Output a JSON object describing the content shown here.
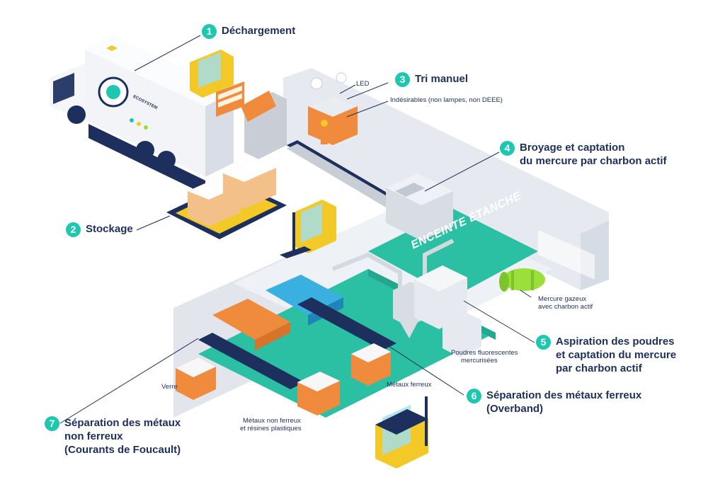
{
  "steps": [
    {
      "n": "1",
      "lines": [
        "Déchargement"
      ]
    },
    {
      "n": "2",
      "lines": [
        "Stockage"
      ]
    },
    {
      "n": "3",
      "lines": [
        "Tri manuel"
      ]
    },
    {
      "n": "4",
      "lines": [
        "Broyage et captation",
        "du mercure par charbon actif"
      ]
    },
    {
      "n": "5",
      "lines": [
        "Aspiration des poudres",
        "et captation du mercure",
        "par charbon actif"
      ]
    },
    {
      "n": "6",
      "lines": [
        "Séparation des métaux ferreux",
        "(Overband)"
      ]
    },
    {
      "n": "7",
      "lines": [
        "Séparation des métaux",
        "non ferreux",
        "(Courants de Foucault)"
      ]
    }
  ],
  "tags": {
    "led": "LED",
    "indesirables": "Indésirables (non lampes, non DEEE)",
    "mercure_gazeux_1": "Mercure gazeux",
    "mercure_gazeux_2": "avec charbon actif",
    "poudres_1": "Poudres fluorescentes",
    "poudres_2": "mercurisées",
    "metaux_ferreux": "Métaux ferreux",
    "verre": "Verre",
    "non_ferreux_1": "Métaux non ferreux",
    "non_ferreux_2": "et résines plastiques"
  },
  "enceinte_label": "ENCEINTE ÉTANCHE",
  "truck_brand": "ECOSYSTEM",
  "colors": {
    "accent": "#1ec7b0",
    "navy": "#1d2f5c",
    "teal_floor": "#2bbfa4",
    "orange": "#f08a3c",
    "yellow": "#f3c928",
    "wall": "#e4e8ee",
    "lime": "#9be03a"
  }
}
